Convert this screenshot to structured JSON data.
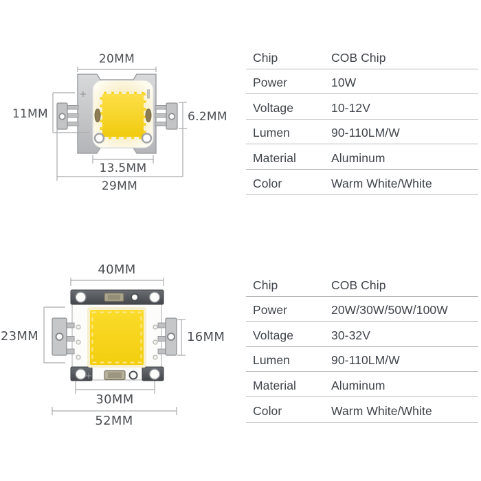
{
  "sections": [
    {
      "id": "chip-10w",
      "dimensions": {
        "top": "20MM",
        "left": "11MM",
        "right": "6.2MM",
        "bottom_inner": "13.5MM",
        "bottom_outer": "29MM"
      },
      "polarity": {
        "positive": "+",
        "negative": "‖"
      },
      "specs": [
        {
          "label": "Chip",
          "value": "COB Chip"
        },
        {
          "label": "Power",
          "value": "10W"
        },
        {
          "label": "Voltage",
          "value": "10-12V"
        },
        {
          "label": "Lumen",
          "value": "90-110LM/W"
        },
        {
          "label": "Material",
          "value": "Aluminum"
        },
        {
          "label": "Color",
          "value": "Warm White/White"
        }
      ]
    },
    {
      "id": "chip-high-power",
      "dimensions": {
        "top": "40MM",
        "left": "23MM",
        "right": "16MM",
        "bottom_inner": "30MM",
        "bottom_outer": "52MM"
      },
      "polarity": {
        "positive": "+"
      },
      "specs": [
        {
          "label": "Chip",
          "value": "COB Chip"
        },
        {
          "label": "Power",
          "value": "20W/30W/50W/100W"
        },
        {
          "label": "Voltage",
          "value": "30-32V"
        },
        {
          "label": "Lumen",
          "value": "90-110LM/W"
        },
        {
          "label": "Material",
          "value": "Aluminum"
        },
        {
          "label": "Color",
          "value": "Warm White/White"
        }
      ]
    }
  ],
  "colors": {
    "led_yellow": "#f6d322",
    "plate_silver": "#c7c8ca",
    "frame_dark": "#54575c",
    "table_line": "#b7babd",
    "text": "#3f434a"
  }
}
